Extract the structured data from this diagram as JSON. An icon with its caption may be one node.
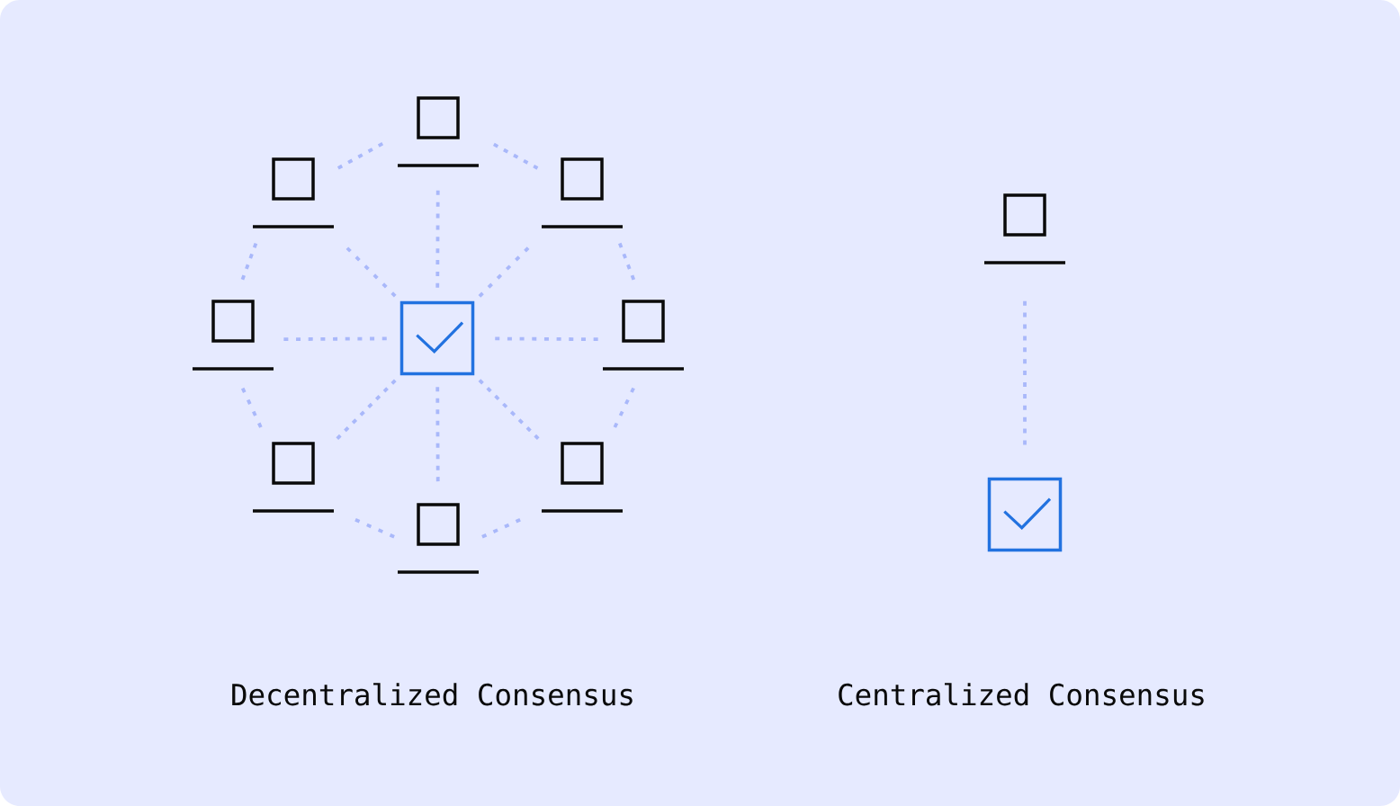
{
  "diagram": {
    "nodes": [
      {
        "text": [],
        "shape": "picture"
      },
      {
        "text": [],
        "shape": "picture"
      },
      {
        "text": [],
        "shape": "picture"
      },
      {
        "text": [],
        "shape": "picture"
      },
      {
        "text": [],
        "shape": "checkbox"
      },
      {
        "text": [],
        "shape": "picture"
      },
      {
        "text": [],
        "shape": "picture"
      },
      {
        "text": [],
        "shape": "picture"
      },
      {
        "text": [],
        "shape": "picture"
      },
      {
        "text": [],
        "shape": "picture"
      },
      {
        "text": [],
        "shape": "checkbox"
      }
    ],
    "edges": [
      {
        "from": 4,
        "to": 0,
        "arrow": "none"
      },
      {
        "from": 4,
        "to": 1,
        "arrow": "none"
      },
      {
        "from": 4,
        "to": 2,
        "arrow": "none"
      },
      {
        "from": 4,
        "to": 3,
        "arrow": "none"
      },
      {
        "from": 4,
        "to": 5,
        "arrow": "none"
      },
      {
        "from": 4,
        "to": 6,
        "arrow": "none"
      },
      {
        "from": 4,
        "to": 7,
        "arrow": "none"
      },
      {
        "from": 4,
        "to": 8,
        "arrow": "none"
      },
      {
        "from": 0,
        "to": 1,
        "arrow": "none"
      },
      {
        "from": 0,
        "to": 2,
        "arrow": "none"
      },
      {
        "from": 1,
        "to": 3,
        "arrow": "none"
      },
      {
        "from": 2,
        "to": 5,
        "arrow": "none"
      },
      {
        "from": 3,
        "to": 6,
        "arrow": "none"
      },
      {
        "from": 5,
        "to": 7,
        "arrow": "none"
      },
      {
        "from": 6,
        "to": 8,
        "arrow": "none"
      },
      {
        "from": 7,
        "to": 8,
        "arrow": "none"
      },
      {
        "from": 9,
        "to": 10,
        "arrow": "none"
      }
    ],
    "labels": [
      "Decentralized Consensus",
      "Centralized Consensus"
    ]
  }
}
